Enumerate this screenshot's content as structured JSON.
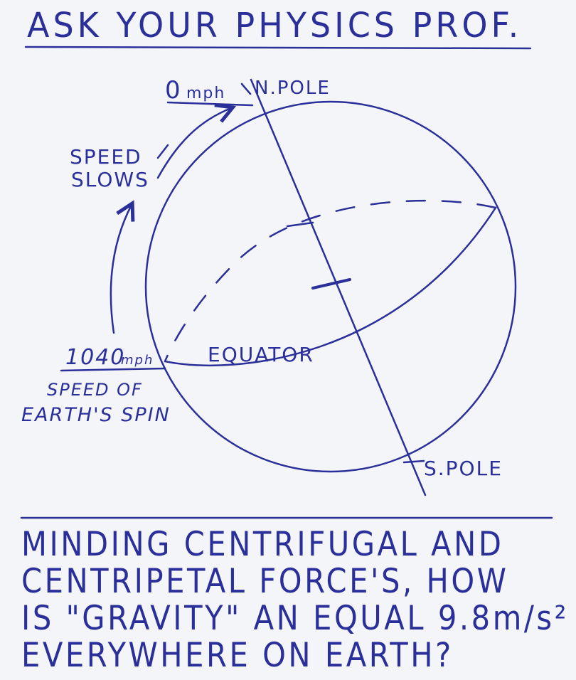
{
  "title": "ASK YOUR PHYSICS PROF.",
  "labels": {
    "zero_speed": "0",
    "zero_unit": "mph",
    "north_pole": "N.POLE",
    "speed_slows_1": "SPEED",
    "speed_slows_2": "SLOWS",
    "equator": "EQUATOR",
    "equator_speed": "1040",
    "equator_unit": "mph",
    "spin_1": "SPEED OF",
    "spin_2": "EARTH'S SPIN",
    "south_pole": "S.POLE"
  },
  "question": {
    "lines": [
      "MINDING CENTRIFUGAL AND",
      "CENTRIPETAL FORCE'S, HOW",
      "IS \"GRAVITY\" AN EQUAL 9.8m/s²",
      "EVERYWHERE ON EARTH?"
    ]
  },
  "colors": {
    "ink": "#2a2f9a",
    "paper": "#f4f5f9"
  }
}
